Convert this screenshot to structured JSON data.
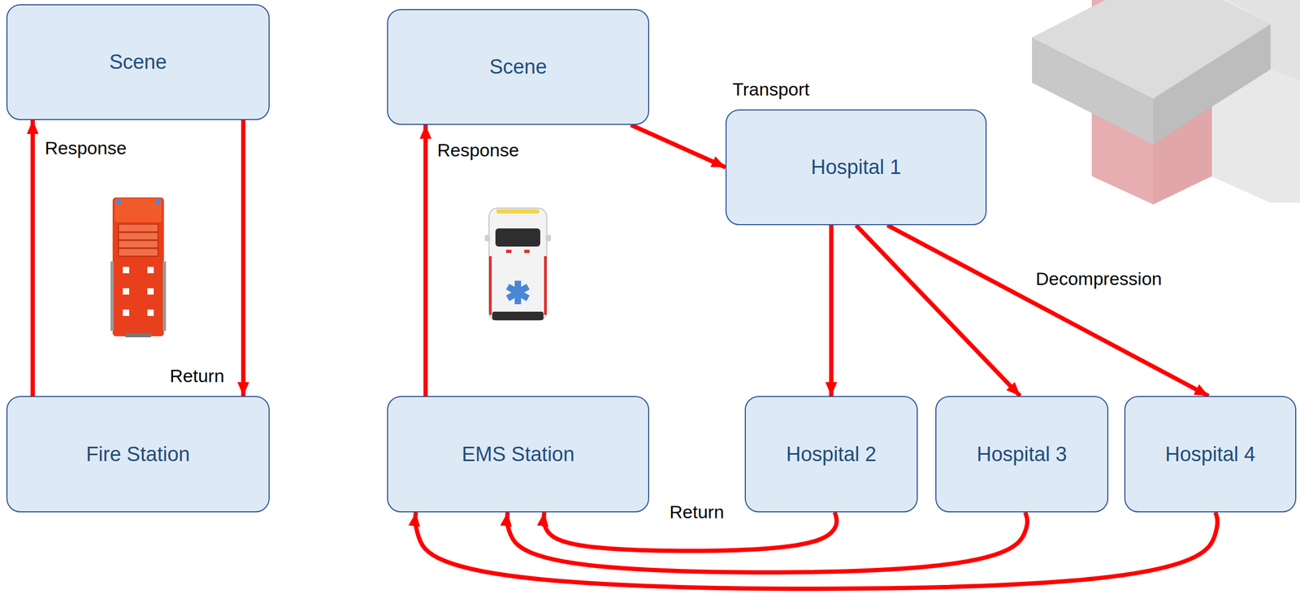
{
  "diagram": {
    "nodes": [
      {
        "text": [
          "Scene"
        ]
      },
      {
        "text": [
          "Scene"
        ]
      },
      {
        "text": [
          "Hospital 1"
        ]
      },
      {
        "text": [
          "Fire Station"
        ]
      },
      {
        "text": [
          "EMS Station"
        ]
      },
      {
        "text": [
          "Hospital 2"
        ]
      },
      {
        "text": [
          "Hospital 3"
        ]
      },
      {
        "text": [
          "Hospital 4"
        ]
      }
    ],
    "edges": [
      {
        "from": 3,
        "to": 0,
        "label": "Response",
        "arrow": "to"
      },
      {
        "from": 0,
        "to": 3,
        "label": "Return",
        "arrow": "to"
      },
      {
        "from": 4,
        "to": 1,
        "label": "Response",
        "arrow": "to"
      },
      {
        "from": 1,
        "to": 2,
        "label": "Transport",
        "arrow": "to"
      },
      {
        "from": 2,
        "to": 5,
        "arrow": "to"
      },
      {
        "from": 2,
        "to": 6,
        "arrow": "to"
      },
      {
        "from": 2,
        "to": 7,
        "label": "Decompression",
        "arrow": "to"
      },
      {
        "from": 5,
        "to": 4,
        "label": "Return",
        "arrow": "to"
      },
      {
        "from": 6,
        "to": 4,
        "arrow": "to"
      },
      {
        "from": 7,
        "to": 4,
        "arrow": "to"
      }
    ]
  }
}
